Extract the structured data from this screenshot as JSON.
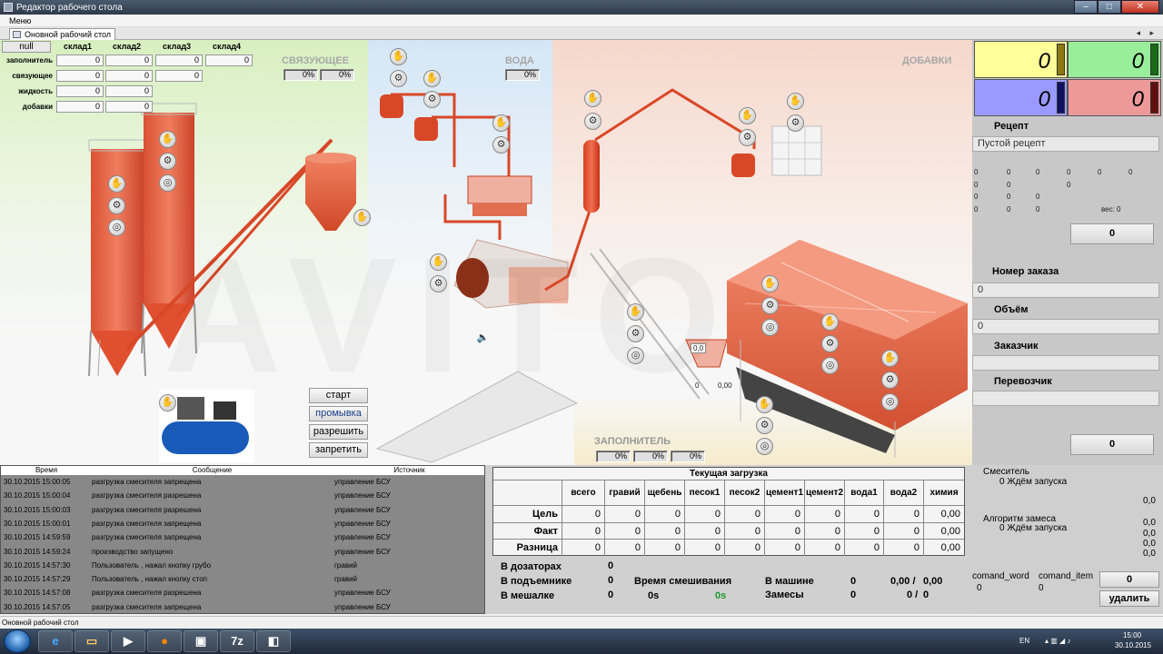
{
  "window": {
    "title": "Редактор рабочего стола",
    "menu": "Меню",
    "tab": "Оновной рабочий стол",
    "tab_arrows": "◂ ▸"
  },
  "zones": {
    "binder": "СВЯЗУЮЩЕЕ",
    "water": "ВОДА",
    "additives": "ДОБАВКИ",
    "filler": "ЗАПОЛНИТЕЛЬ",
    "binder_pct": [
      "0%",
      "0%"
    ],
    "water_pct": [
      "0%"
    ],
    "filler_pct": [
      "0%",
      "0%",
      "0%"
    ]
  },
  "storage": {
    "corner": "null",
    "columns": [
      "склад1",
      "склад2",
      "склад3",
      "склад4"
    ],
    "rows": [
      {
        "label": "заполнитель",
        "values": [
          "0",
          "0",
          "0",
          "0"
        ]
      },
      {
        "label": "связующее",
        "values": [
          "0",
          "0",
          "0"
        ]
      },
      {
        "label": "жидкость",
        "values": [
          "0",
          "0"
        ]
      },
      {
        "label": "добавки",
        "values": [
          "0",
          "0"
        ]
      }
    ]
  },
  "controls": {
    "start": "старт",
    "flush": "промывка",
    "allow": "разрешить",
    "deny": "запретить"
  },
  "hopper_labels": [
    "0,0",
    "0",
    "0,00"
  ],
  "right_panel": {
    "counters": [
      "0",
      "0",
      "0",
      "0"
    ],
    "counter_colors": [
      "#ffff99",
      "#99ee99",
      "#9999ff",
      "#ee9999"
    ],
    "counter_bar_colors": [
      "#8a7a10",
      "#1a6a1a",
      "#101060",
      "#601010"
    ],
    "recipe_label": "Рецепт",
    "recipe_value": "Пустой рецепт",
    "grid_rows": [
      [
        "0",
        "0",
        "0",
        "0",
        "0",
        "0"
      ],
      [
        "0",
        "0",
        "0"
      ],
      [
        "0",
        "0",
        "0"
      ],
      [
        "0",
        "0",
        "0"
      ]
    ],
    "weight": "вес: 0",
    "weight_btn": "0",
    "order_label": "Номер заказа",
    "order_value": "0",
    "volume_label": "Объём",
    "volume_value": "0",
    "customer_label": "Заказчик",
    "customer_value": "",
    "carrier_label": "Перевозчик",
    "carrier_value": "",
    "total_btn": "0"
  },
  "log": {
    "headers": [
      "Время",
      "Сообщение",
      "Источник"
    ],
    "rows": [
      {
        "time": "30.10.2015 15:00:05",
        "msg": "разгрузка смесителя запрещена",
        "src": "управление БСУ"
      },
      {
        "time": "30.10.2015 15:00:04",
        "msg": "разгрузка смесителя разрешена",
        "src": "управление БСУ"
      },
      {
        "time": "30.10.2015 15:00:03",
        "msg": "разгрузка смесителя разрешена",
        "src": "управление БСУ"
      },
      {
        "time": "30.10.2015 15:00:01",
        "msg": "разгрузка смесителя запрещена",
        "src": "управление БСУ"
      },
      {
        "time": "30.10.2015 14:59:59",
        "msg": "разгрузка смесителя запрещена",
        "src": "управление БСУ"
      },
      {
        "time": "30.10.2015 14:59:24",
        "msg": "производство запущено",
        "src": "управление БСУ"
      },
      {
        "time": "30.10.2015 14:57:30",
        "msg": "Пользователь , нажал кнопку грубо",
        "src": "гравий"
      },
      {
        "time": "30.10.2015 14:57:29",
        "msg": "Пользователь , нажал кнопку стоп",
        "src": "гравий"
      },
      {
        "time": "30.10.2015 14:57:08",
        "msg": "разгрузка смесителя разрешена",
        "src": "управление БСУ"
      },
      {
        "time": "30.10.2015 14:57:05",
        "msg": "разгрузка смесителя запрещена",
        "src": "управление БСУ"
      }
    ]
  },
  "load": {
    "title": "Текущая загрузка",
    "columns": [
      "всего",
      "гравий",
      "щебень",
      "песок1",
      "песок2",
      "цемент1",
      "цемент2",
      "вода1",
      "вода2",
      "химия"
    ],
    "rows": [
      {
        "label": "Цель",
        "values": [
          "0",
          "0",
          "0",
          "0",
          "0",
          "0",
          "0",
          "0",
          "0",
          "0,00"
        ]
      },
      {
        "label": "Факт",
        "values": [
          "0",
          "0",
          "0",
          "0",
          "0",
          "0",
          "0",
          "0",
          "0",
          "0,00"
        ]
      },
      {
        "label": "Разница",
        "values": [
          "0",
          "0",
          "0",
          "0",
          "0",
          "0",
          "0",
          "0",
          "0",
          "0,00"
        ]
      }
    ],
    "in_dosers_label": "В дозаторах",
    "in_dosers": "0",
    "in_lift_label": "В подъемнике",
    "in_lift": "0",
    "in_mixer_label": "В мешалке",
    "in_mixer": "0",
    "mix_time_label": "Время смешивания",
    "mix_time": "0s",
    "mix_time_green": "0s",
    "in_truck_label": "В машине",
    "in_truck": "0",
    "in_truck_val": "0,00 /",
    "in_truck_val2": "0,00",
    "batches_label": "Замесы",
    "batches": "0",
    "batches_val": "0 /",
    "batches_val2": "0"
  },
  "bottom_right": {
    "mixer_label": "Смеситель",
    "mixer_status": "0 Ждём запуска",
    "mixer_value": "0,0",
    "algo_label": "Алгоритм замеса",
    "algo_status": "0 Ждём запуска",
    "algo_values": [
      "0,0",
      "0,0",
      "0,0",
      "0,0"
    ],
    "cmd_word_label": "comand_word",
    "cmd_item_label": "comand_item",
    "cmd_word": "0",
    "cmd_item": "0",
    "cmd_field": "0",
    "delete": "удалить"
  },
  "status": "Оновной рабочий стол",
  "taskbar": {
    "lang": "EN",
    "time": "15:00",
    "date": "30.10.2015"
  }
}
